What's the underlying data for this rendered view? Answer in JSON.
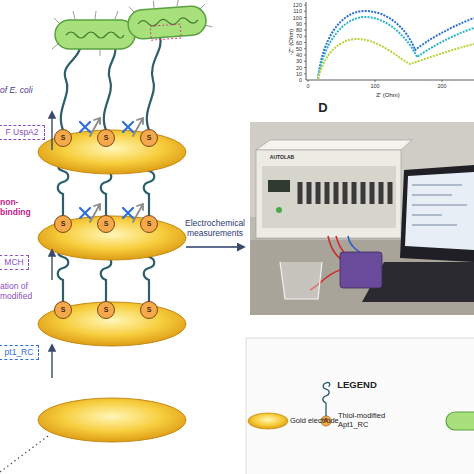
{
  "diagram": {
    "nodes": [
      {
        "text": [
          "F UspA2"
        ]
      },
      {
        "text": [
          "MCH"
        ]
      },
      {
        "text": [
          "pt1_RC"
        ]
      }
    ],
    "labels": [
      "of E. coli",
      "non- binding",
      "ation of modified",
      "Electrochemical measurements",
      "S",
      "S",
      "S",
      "S",
      "S",
      "S",
      "S",
      "S",
      "S",
      "D",
      "120",
      "110",
      "100",
      "90",
      "80",
      "70",
      "60",
      "50",
      "40",
      "30",
      "20",
      "10",
      "0",
      "0",
      "100",
      "200",
      "Z' (Ohm)",
      "-Z'' (Ohm)",
      "AUTOLAB",
      "LEGEND",
      "S"
    ],
    "legend": [
      {
        "text": "Gold electrode"
      },
      {
        "text": "Thiol-modified Apt1_RC"
      }
    ]
  }
}
